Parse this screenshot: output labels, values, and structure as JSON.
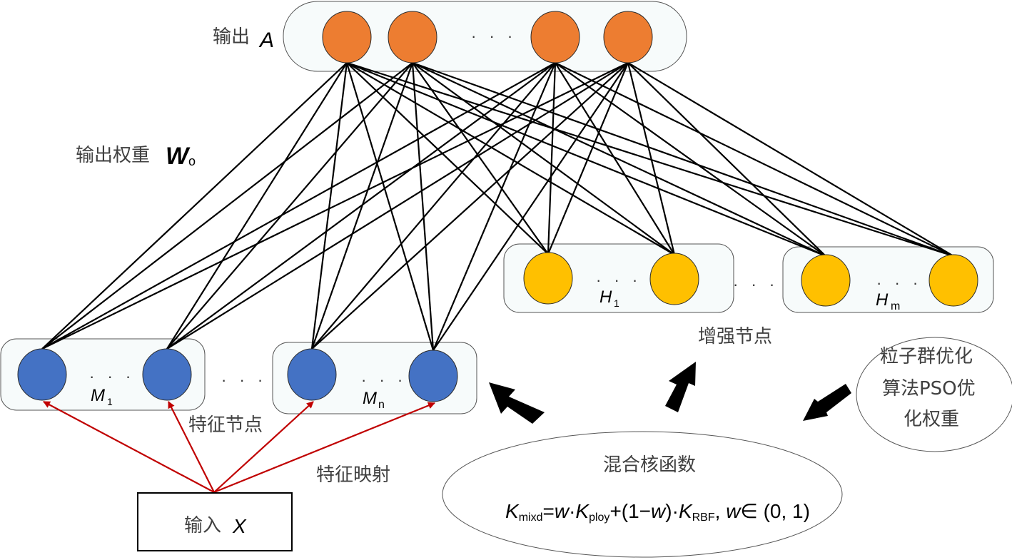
{
  "labels": {
    "output": "输出",
    "output_symbol": "A",
    "output_weights": "输出权重",
    "output_weights_symbol": "W",
    "output_weights_sub": "o",
    "feature_nodes": "特征节点",
    "feature_mapping": "特征映射",
    "enhancement_nodes": "增强节点",
    "input": "输入",
    "input_symbol": "X",
    "ellipsis": "· · ·"
  },
  "groups": {
    "feature": [
      {
        "symbol": "M",
        "sub": "1"
      },
      {
        "symbol": "M",
        "sub": "n"
      }
    ],
    "enhancement": [
      {
        "symbol": "H",
        "sub": "1"
      },
      {
        "symbol": "H",
        "sub": "m"
      }
    ]
  },
  "kernel": {
    "title": "混合核函数",
    "formula": {
      "K1": "K",
      "sub1": "mixd",
      "eq": "=",
      "w1": "w",
      "dot1": "·",
      "K2": "K",
      "sub2": "ploy",
      "plus": "+(1−",
      "w2": "w",
      "close": ")·",
      "K3": "K",
      "sub3": "RBF",
      "comma": ", ",
      "w3": "w",
      "in": "∈ (0, 1)"
    }
  },
  "pso": {
    "lines": [
      "粒子群优化",
      "算法PSO优",
      "化权重"
    ]
  },
  "colors": {
    "output_node": "#ed7d31",
    "feature_node": "#4472c4",
    "enhancement_node": "#ffc000",
    "mapping_arrow": "#c00000",
    "connection": "#000000"
  }
}
